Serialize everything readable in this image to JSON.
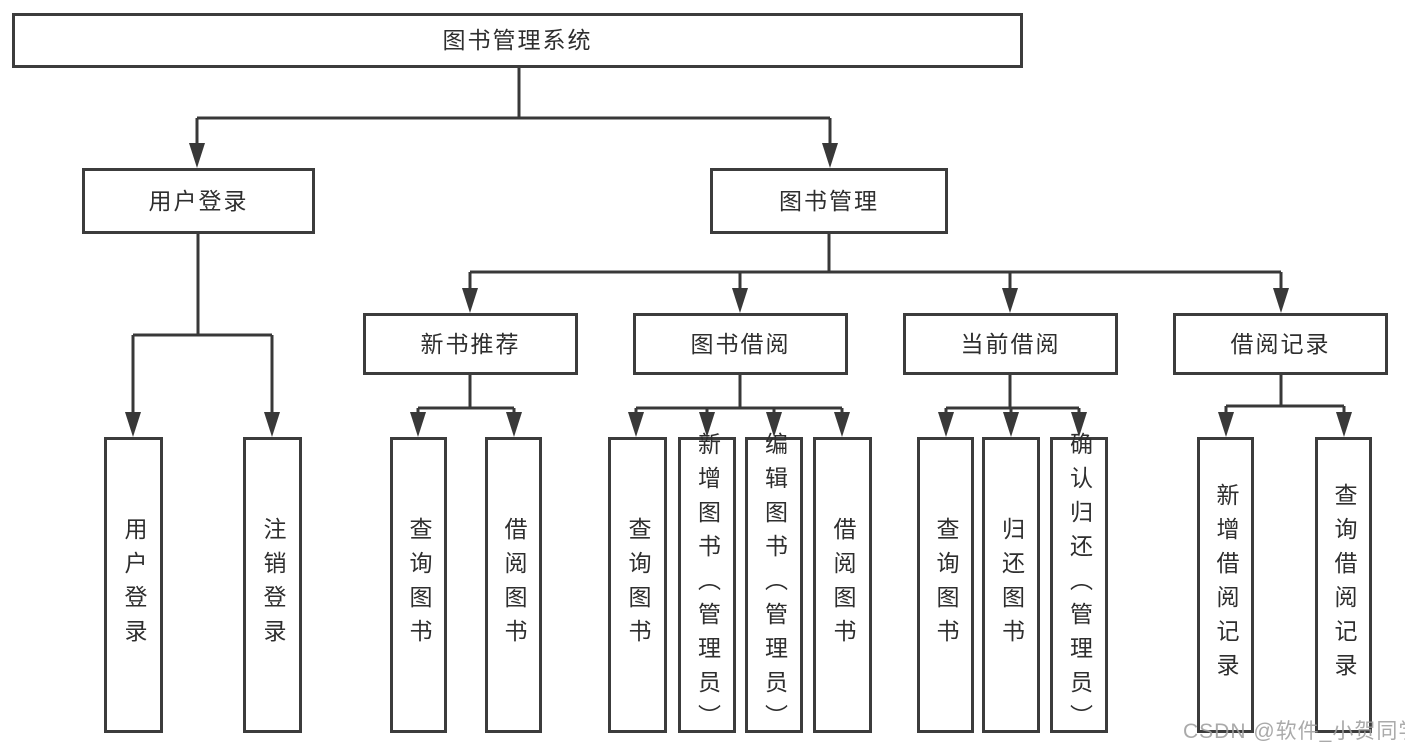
{
  "page": {
    "background": "#ffffff"
  },
  "colors": {
    "box_border": "#3c3c3c",
    "connector_line": "#383838",
    "arrowhead_fill": "#383838",
    "node_text": "#2e2e2e",
    "watermark_text": "#9f9f9f"
  },
  "tree": {
    "label": "图书管理系统",
    "children": [
      {
        "label": "用户登录",
        "children": [
          {
            "label": "用户登录"
          },
          {
            "label": "注销登录"
          }
        ]
      },
      {
        "label": "图书管理",
        "children": [
          {
            "label": "新书推荐",
            "children": [
              {
                "label": "查询图书"
              },
              {
                "label": "借阅图书"
              }
            ]
          },
          {
            "label": "图书借阅",
            "children": [
              {
                "label": "查询图书"
              },
              {
                "label": "新增图书（管理员）"
              },
              {
                "label": "编辑图书（管理员）"
              },
              {
                "label": "借阅图书"
              }
            ]
          },
          {
            "label": "当前借阅",
            "children": [
              {
                "label": "查询图书"
              },
              {
                "label": "归还图书"
              },
              {
                "label": "确认归还（管理员）"
              }
            ]
          },
          {
            "label": "借阅记录",
            "children": [
              {
                "label": "新增借阅记录"
              },
              {
                "label": "查询借阅记录"
              }
            ]
          }
        ]
      }
    ]
  },
  "watermark": {
    "text": "CSDN @软件_小贺同学"
  }
}
